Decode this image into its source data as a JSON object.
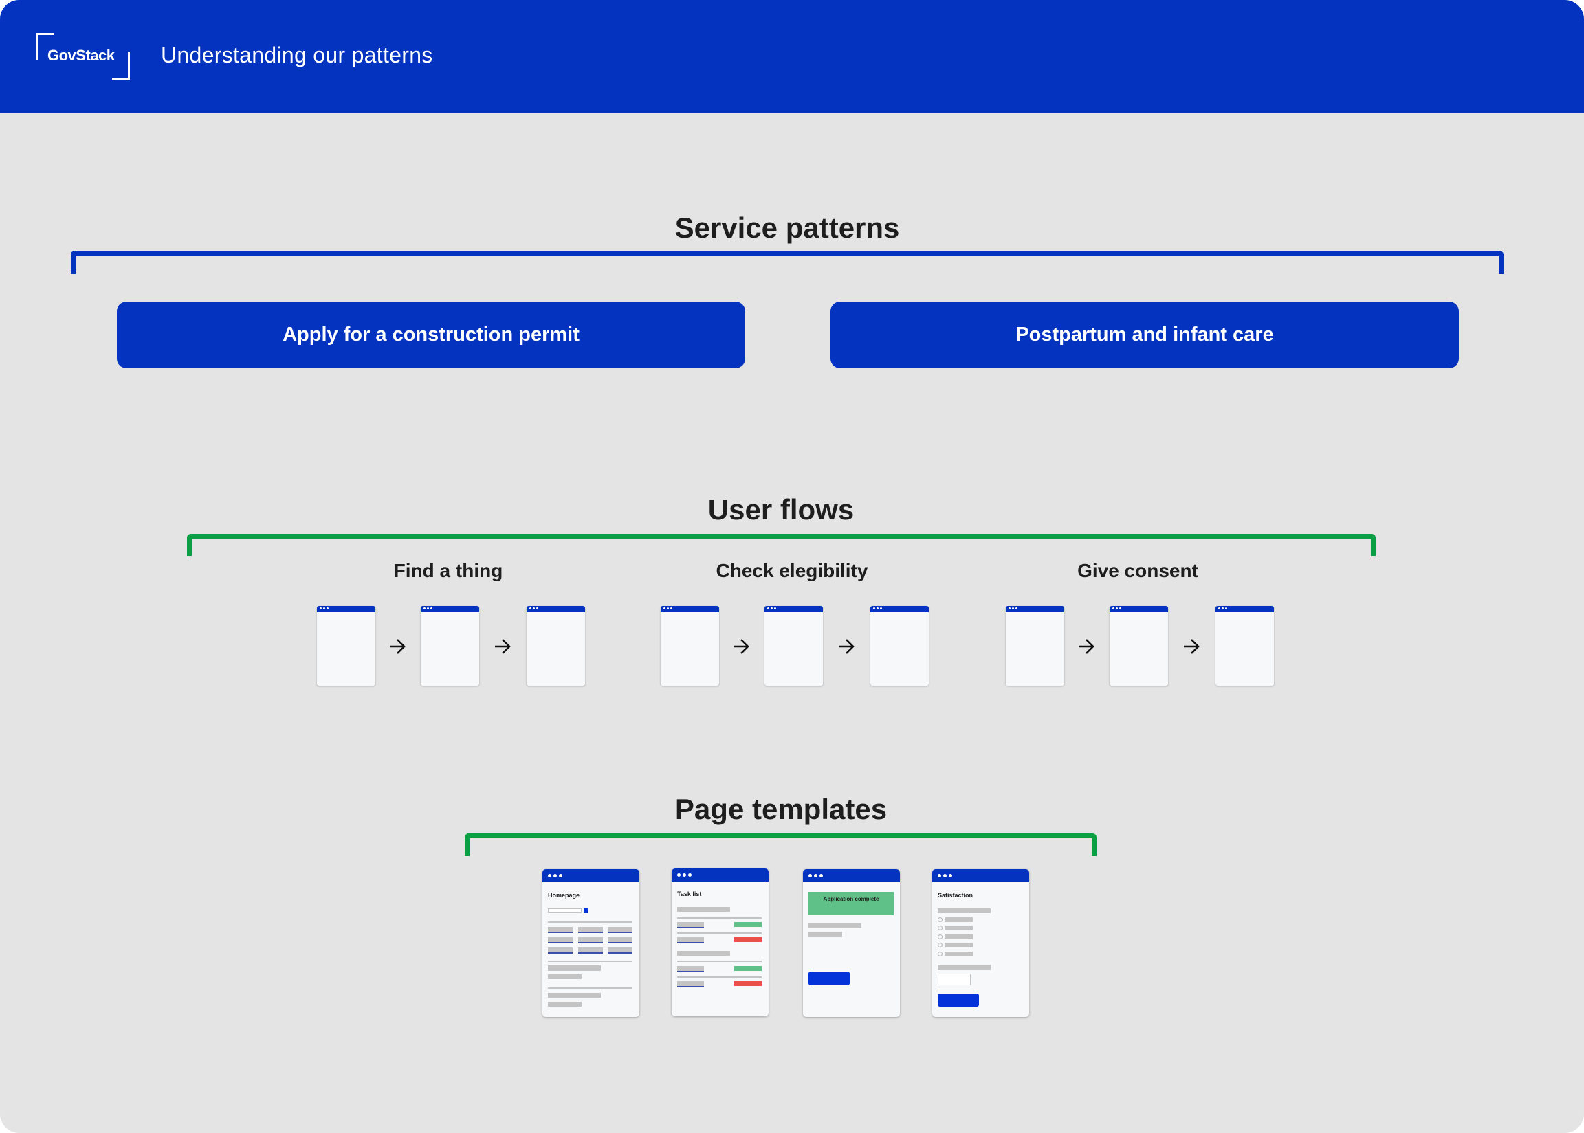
{
  "header": {
    "logo_text": "GovStack",
    "title": "Understanding our patterns",
    "color": "#0433c0"
  },
  "service_patterns": {
    "title": "Service patterns",
    "bracket_color": "#0433c0",
    "buttons": [
      "Apply for a construction permit",
      "Postpartum and infant care"
    ]
  },
  "user_flows": {
    "title": "User flows",
    "bracket_color": "#0a9e45",
    "flows": [
      {
        "label": "Find a thing",
        "screens": 3
      },
      {
        "label": "Check elegibility",
        "screens": 3
      },
      {
        "label": "Give consent",
        "screens": 3
      }
    ],
    "arrow_icon": "arrow-right-icon"
  },
  "page_templates": {
    "title": "Page templates",
    "bracket_color": "#0a9e45",
    "templates": [
      "Homepage",
      "Task list",
      "Application complete",
      "Satisfaction"
    ],
    "status_colors": {
      "done": "#5fc187",
      "error": "#eb5049",
      "primary": "#0433d9"
    }
  }
}
